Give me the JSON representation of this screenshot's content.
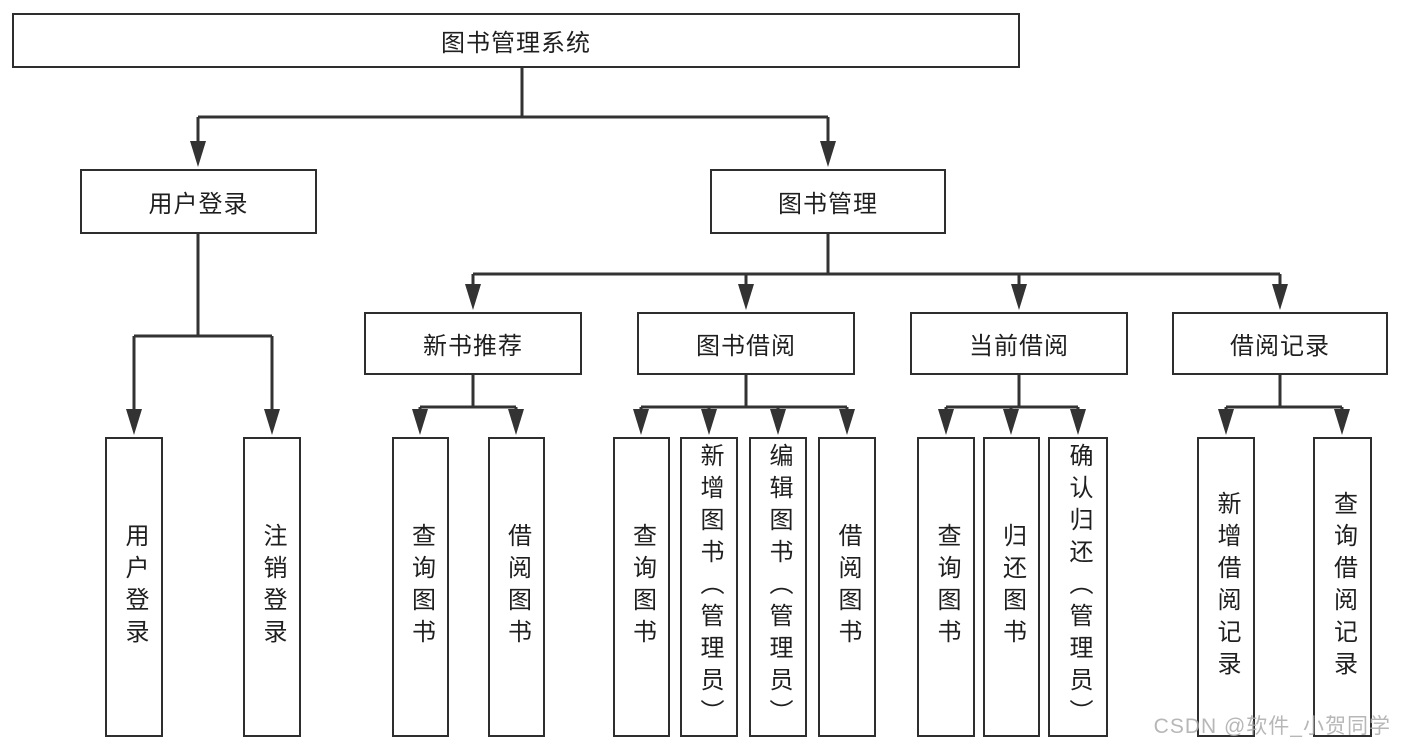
{
  "tree": {
    "root": {
      "label": "图书管理系统"
    },
    "user_login": {
      "label": "用户登录",
      "children": [
        {
          "label": "用户登录"
        },
        {
          "label": "注销登录"
        }
      ]
    },
    "book_management": {
      "label": "图书管理",
      "sections": [
        {
          "label": "新书推荐",
          "children": [
            {
              "label": "查询图书"
            },
            {
              "label": "借阅图书"
            }
          ]
        },
        {
          "label": "图书借阅",
          "children": [
            {
              "label": "查询图书"
            },
            {
              "label": "新增图书（管理员）"
            },
            {
              "label": "编辑图书（管理员）"
            },
            {
              "label": "借阅图书"
            }
          ]
        },
        {
          "label": "当前借阅",
          "children": [
            {
              "label": "查询图书"
            },
            {
              "label": "归还图书"
            },
            {
              "label": "确认归还（管理员）"
            }
          ]
        },
        {
          "label": "借阅记录",
          "children": [
            {
              "label": "新增借阅记录"
            },
            {
              "label": "查询借阅记录"
            }
          ]
        }
      ]
    }
  },
  "watermark": {
    "text": "CSDN @软件_小贺同学"
  },
  "colors": {
    "line": "#333333",
    "box_border": "#2e2e2e",
    "text": "#1f1f1f",
    "watermark": "#aaaaaa",
    "background": "#ffffff"
  }
}
